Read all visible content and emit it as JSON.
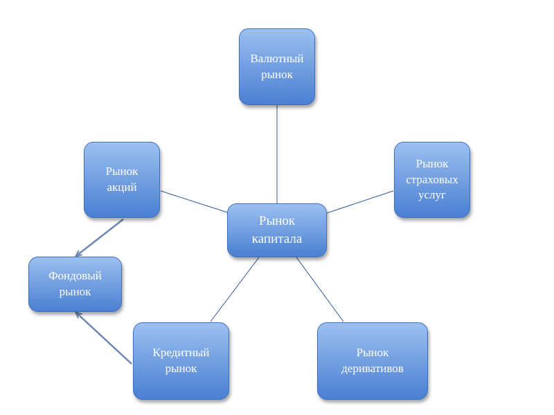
{
  "diagram": {
    "nodes": {
      "center": "Рынок\nкапитала",
      "currency": "Валютный\nрынок",
      "insurance": "Рынок\nстраховых\nуслуг",
      "derivatives": "Рынок\nдеривативов",
      "credit": "Кредитный\nрынок",
      "stocks": "Рынок\nакций",
      "securities": "Фондовый\nрынок"
    },
    "colors": {
      "node_top": "#9cc0f0",
      "node_bottom": "#4a7fd2",
      "connector": "#2f5597",
      "arrow": "#6b86b0"
    },
    "connections": [
      {
        "from": "center",
        "to": "currency",
        "style": "line"
      },
      {
        "from": "center",
        "to": "insurance",
        "style": "line"
      },
      {
        "from": "center",
        "to": "derivatives",
        "style": "line"
      },
      {
        "from": "center",
        "to": "credit",
        "style": "line"
      },
      {
        "from": "center",
        "to": "stocks",
        "style": "line"
      },
      {
        "from": "stocks",
        "to": "securities",
        "style": "arrow"
      },
      {
        "from": "credit",
        "to": "securities",
        "style": "arrow"
      }
    ]
  }
}
